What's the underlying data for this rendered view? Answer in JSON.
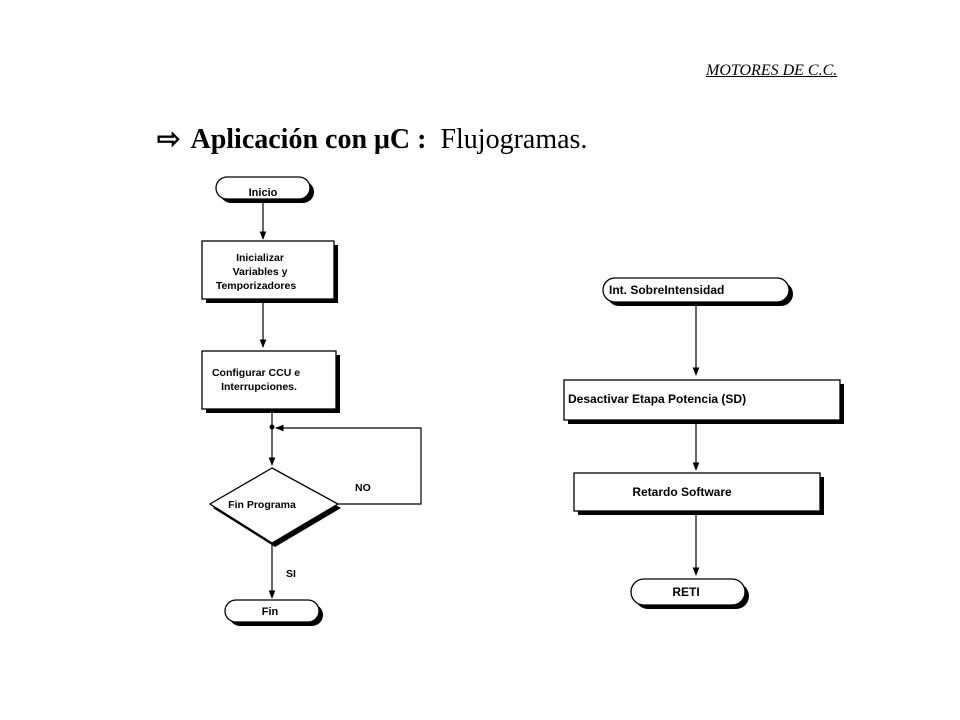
{
  "header": {
    "text": "MOTORES DE C.C."
  },
  "title": {
    "bullet": "⇨",
    "bold_part": "Aplicación con μC :",
    "normal_part": "Flujogramas."
  },
  "left_flowchart": {
    "start": "Inicio",
    "init_lines": [
      "Inicializar",
      "Variables y",
      "Temporizadores"
    ],
    "config_lines": [
      "Configurar CCU e",
      "Interrupciones."
    ],
    "decision": "Fin Programa",
    "no_label": "NO",
    "yes_label": "SI",
    "end": "Fin"
  },
  "right_flowchart": {
    "start": "Int. SobreIntensidad",
    "step1": "Desactivar Etapa Potencia (SD)",
    "step2": "Retardo Software",
    "end": "RETI"
  }
}
